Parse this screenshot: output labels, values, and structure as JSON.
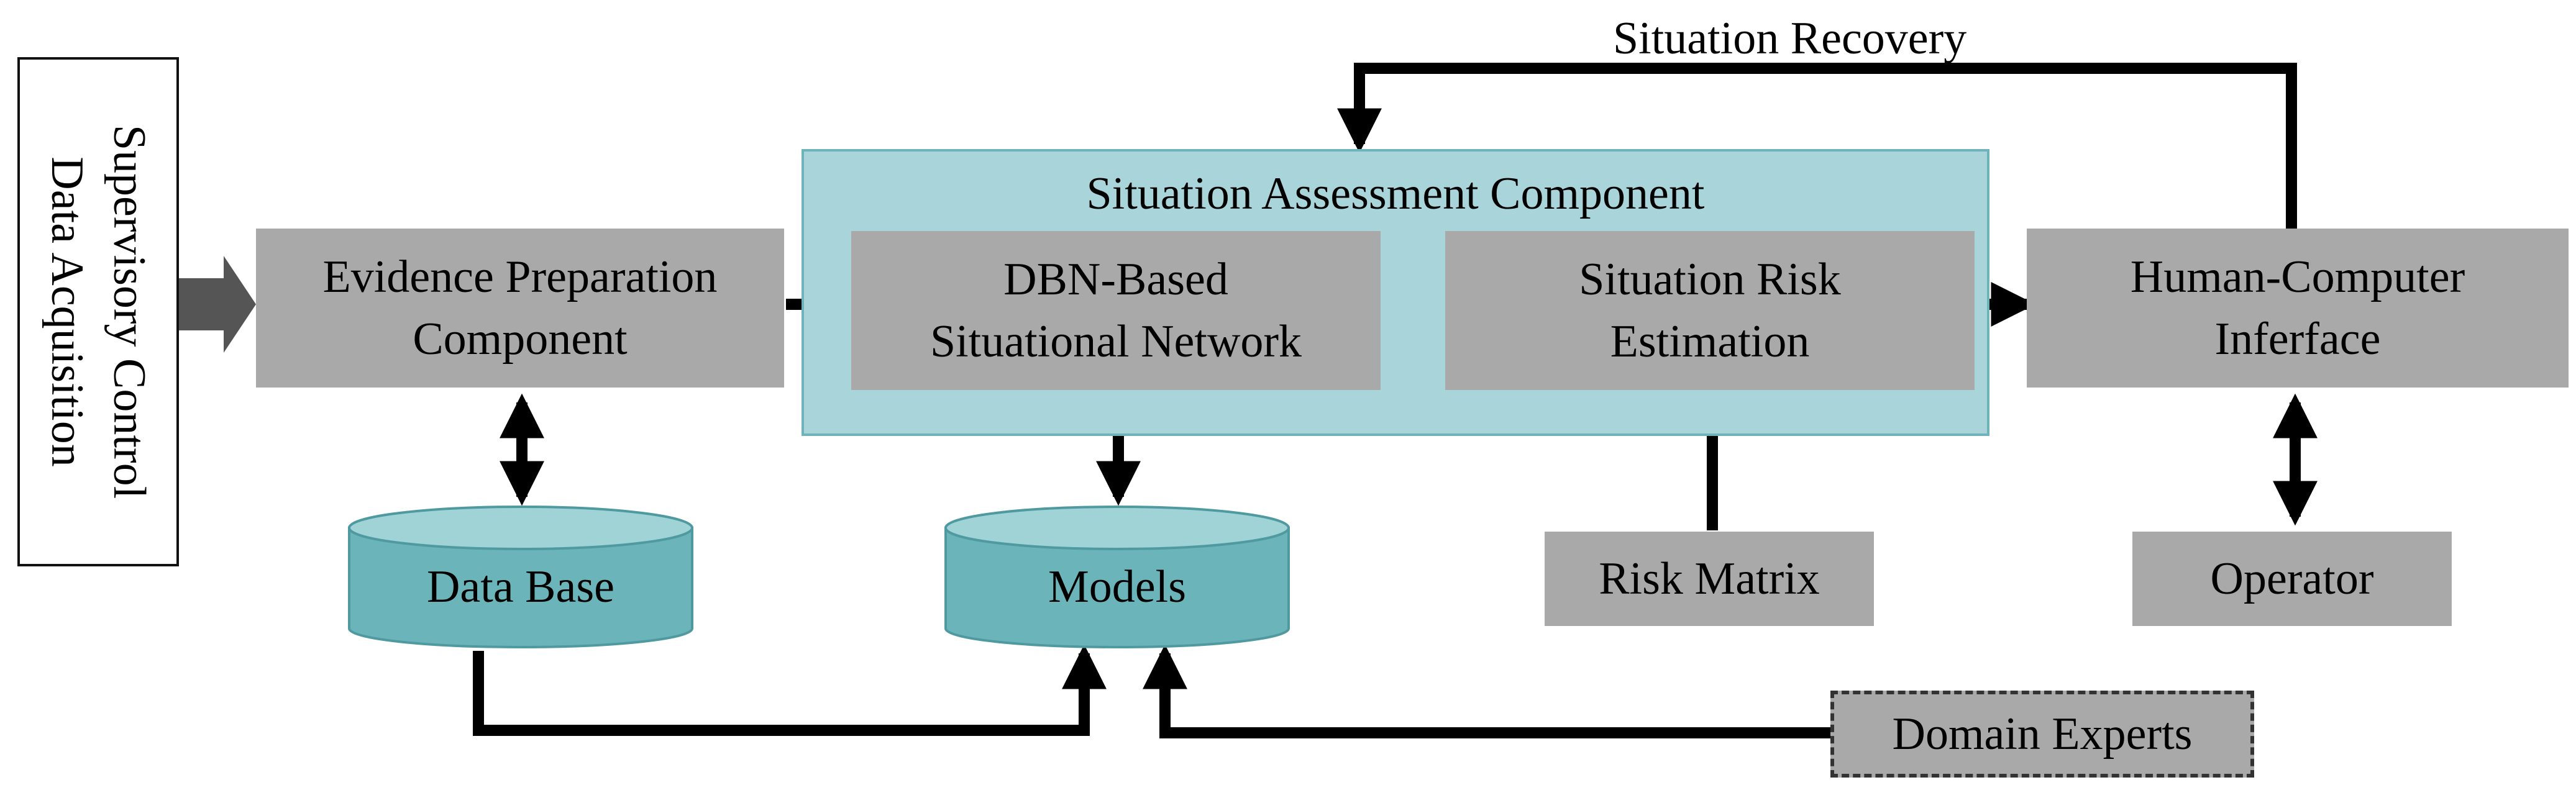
{
  "labels": {
    "scada_line1": "Supervisory Control",
    "scada_line2": "Data Acquisition",
    "evidence_line1": "Evidence Preparation",
    "evidence_line2": "Component",
    "sac_title": "Situation Assessment Component",
    "dbn_line1": "DBN-Based",
    "dbn_line2": "Situational Network",
    "risk_est_line1": "Situation Risk",
    "risk_est_line2": "Estimation",
    "hci_line1": "Human-Computer",
    "hci_line2": "Inferface",
    "database": "Data Base",
    "models": "Models",
    "risk_matrix": "Risk Matrix",
    "operator": "Operator",
    "domain_experts": "Domain Experts",
    "situation_recovery": "Situation Recovery"
  },
  "colors": {
    "box_grey": "#a9a9aa",
    "container_teal": "#a9d5da",
    "cylinder_teal": "#6bb5ba",
    "cylinder_top": "#9fd3d6",
    "arrow": "#000000",
    "input_arrow": "#555555"
  }
}
